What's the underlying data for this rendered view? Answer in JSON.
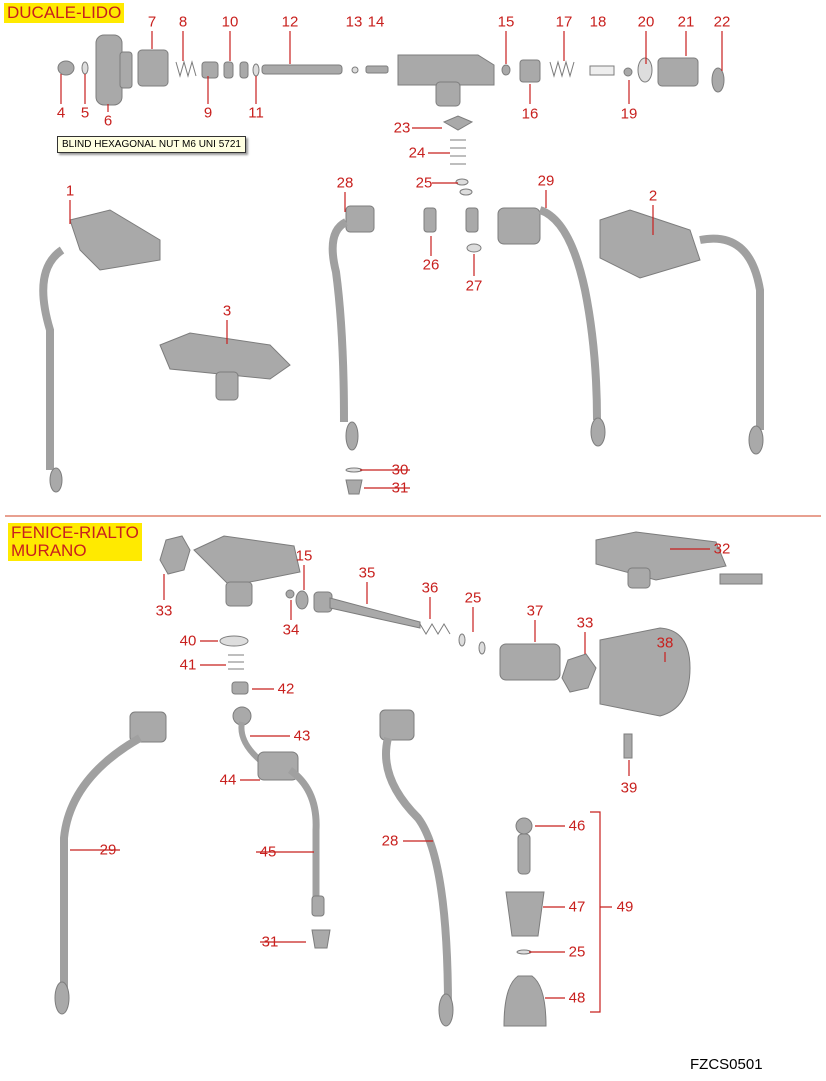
{
  "sections": {
    "top_title": "DUCALE-LIDO",
    "bottom_title_line1": "FENICE-RIALTO",
    "bottom_title_line2": "MURANO"
  },
  "tooltip": "BLIND HEXAGONAL NUT M6 UNI 5721",
  "part_numbers_top": [
    "7",
    "8",
    "10",
    "12",
    "13",
    "14",
    "15",
    "17",
    "18",
    "20",
    "21",
    "22",
    "4",
    "5",
    "9",
    "11",
    "16",
    "19",
    "1",
    "28",
    "29",
    "2",
    "23",
    "24",
    "25",
    "26",
    "27",
    "3",
    "30",
    "31",
    "6"
  ],
  "part_numbers_bottom": [
    "32",
    "15",
    "35",
    "36",
    "25",
    "37",
    "33",
    "38",
    "33",
    "34",
    "40",
    "41",
    "42",
    "43",
    "44",
    "39",
    "29",
    "45",
    "28",
    "46",
    "47",
    "49",
    "25",
    "48",
    "31"
  ],
  "footer_code": "FZCS0501",
  "colors": {
    "label": "#c8201e",
    "highlight": "#ffea00",
    "part": "#a8a8a8"
  }
}
